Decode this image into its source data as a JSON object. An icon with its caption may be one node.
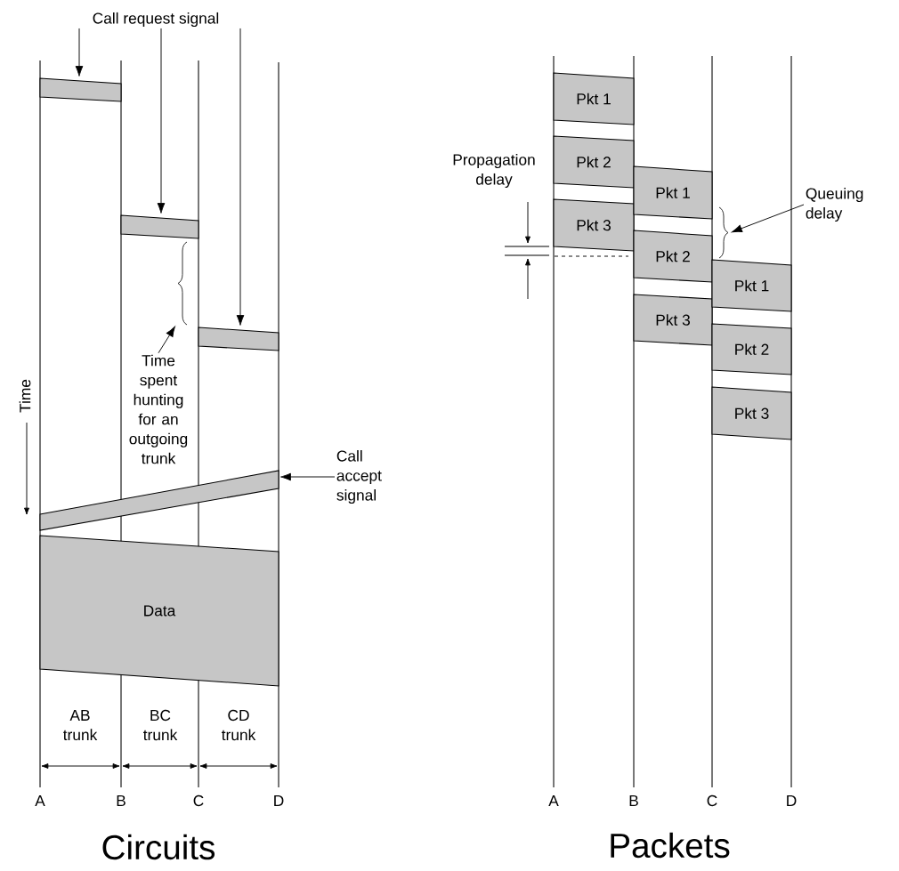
{
  "diagram": {
    "nodes": [
      {
        "text": [
          "Call request signal"
        ]
      },
      {
        "text": [],
        "shape": "bar"
      },
      {
        "text": [],
        "shape": "bar"
      },
      {
        "text": [],
        "shape": "bar"
      },
      {
        "text": [],
        "shape": "brace"
      },
      {
        "text": [
          "Time spent hunting for an outgoing trunk"
        ]
      },
      {
        "text": [
          "Call accept signal"
        ]
      },
      {
        "text": [],
        "shape": "bar"
      },
      {
        "text": [
          "Data"
        ]
      },
      {
        "text": [
          "Pkt 1"
        ]
      },
      {
        "text": [
          "Pkt 2"
        ]
      },
      {
        "text": [
          "Pkt 3"
        ]
      },
      {
        "text": [
          "Pkt 1"
        ]
      },
      {
        "text": [
          "Pkt 2"
        ]
      },
      {
        "text": [
          "Pkt 3"
        ]
      },
      {
        "text": [
          "Pkt 1"
        ]
      },
      {
        "text": [
          "Pkt 2"
        ]
      },
      {
        "text": [
          "Pkt 3"
        ]
      },
      {
        "text": [],
        "shape": "brace"
      },
      {
        "text": [
          "Queuing delay"
        ]
      }
    ],
    "edges": [
      {
        "from": 0,
        "to": 1,
        "arrow": "to"
      },
      {
        "from": 0,
        "to": 2,
        "arrow": "to"
      },
      {
        "from": 0,
        "to": 3,
        "arrow": "to"
      },
      {
        "from": 5,
        "to": 4,
        "arrow": "to"
      },
      {
        "from": 6,
        "to": 7,
        "arrow": "to"
      },
      {
        "from": 19,
        "to": 18,
        "arrow": "to"
      }
    ],
    "labels": [
      "Time",
      "AB trunk",
      "BC trunk",
      "CD trunk",
      "A",
      "B",
      "C",
      "D",
      "Circuits",
      "Propagation delay",
      "A",
      "B",
      "C",
      "D",
      "Packets"
    ]
  }
}
